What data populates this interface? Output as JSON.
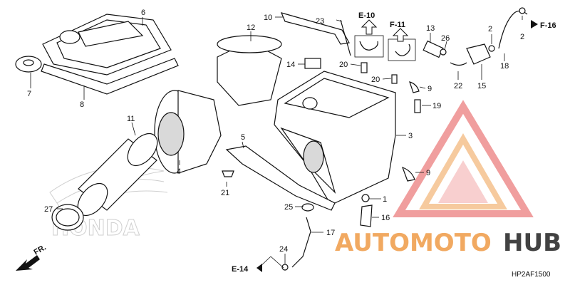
{
  "callouts": [
    {
      "id": "c1",
      "label": "1"
    },
    {
      "id": "c2a",
      "label": "2"
    },
    {
      "id": "c2b",
      "label": "2"
    },
    {
      "id": "c3",
      "label": "3"
    },
    {
      "id": "c4",
      "label": "4"
    },
    {
      "id": "c5",
      "label": "5"
    },
    {
      "id": "c6",
      "label": "6"
    },
    {
      "id": "c7",
      "label": "7"
    },
    {
      "id": "c8",
      "label": "8"
    },
    {
      "id": "c9a",
      "label": "9"
    },
    {
      "id": "c9b",
      "label": "9"
    },
    {
      "id": "c10",
      "label": "10"
    },
    {
      "id": "c11",
      "label": "11"
    },
    {
      "id": "c12",
      "label": "12"
    },
    {
      "id": "c13",
      "label": "13"
    },
    {
      "id": "c14",
      "label": "14"
    },
    {
      "id": "c15",
      "label": "15"
    },
    {
      "id": "c16",
      "label": "16"
    },
    {
      "id": "c17",
      "label": "17"
    },
    {
      "id": "c18",
      "label": "18"
    },
    {
      "id": "c19",
      "label": "19"
    },
    {
      "id": "c20a",
      "label": "20"
    },
    {
      "id": "c20b",
      "label": "20"
    },
    {
      "id": "c21",
      "label": "21"
    },
    {
      "id": "c22",
      "label": "22"
    },
    {
      "id": "c23",
      "label": "23"
    },
    {
      "id": "c24",
      "label": "24"
    },
    {
      "id": "c25",
      "label": "25"
    },
    {
      "id": "c26",
      "label": "26"
    },
    {
      "id": "c27",
      "label": "27"
    }
  ],
  "references": {
    "e10": "E-10",
    "f11": "F-11",
    "f16": "F-16",
    "e14": "E-14"
  },
  "front_indicator": "FR.",
  "diagram_code": "HP2AF1500",
  "watermark": {
    "part1": "AUTOMOTO",
    "part2": "HUB",
    "color_primary": "#f0a050",
    "color_secondary": "#e55050"
  },
  "background_text": "HONDA"
}
